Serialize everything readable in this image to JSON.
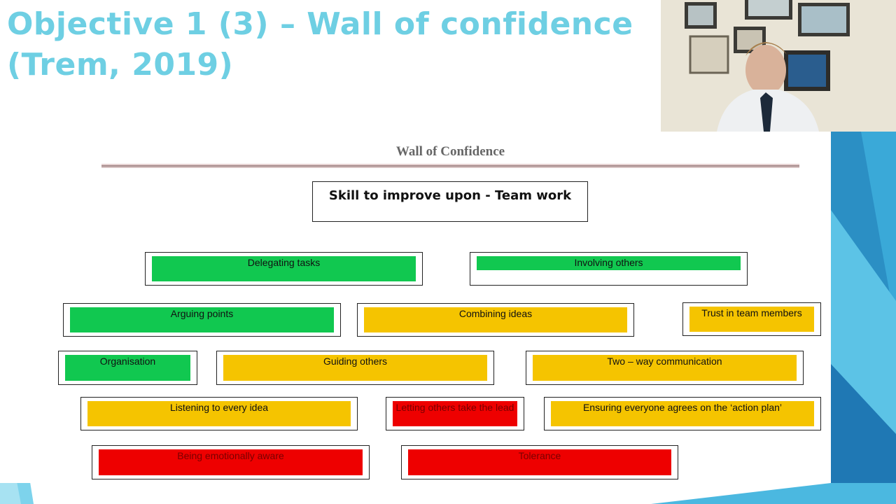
{
  "slide": {
    "title_line1": "Objective 1 (3) – Wall of confidence",
    "title_line2": "(Trem, 2019)"
  },
  "document": {
    "heading": "Wall of Confidence",
    "skill": "Skill to improve upon - Team work"
  },
  "wall": {
    "bricks": [
      {
        "label": "Delegating tasks",
        "status": "green"
      },
      {
        "label": "Involving others",
        "status": "green"
      },
      {
        "label": "Arguing points",
        "status": "green"
      },
      {
        "label": "Combining ideas",
        "status": "amber"
      },
      {
        "label": "Trust in team members",
        "status": "amber"
      },
      {
        "label": "Organisation",
        "status": "green"
      },
      {
        "label": "Guiding others",
        "status": "amber"
      },
      {
        "label": "Two – way communication",
        "status": "amber"
      },
      {
        "label": "Listening to every idea",
        "status": "amber"
      },
      {
        "label": "Letting others take the lead",
        "status": "red"
      },
      {
        "label": "Ensuring everyone agrees on the ‘action plan’",
        "status": "amber"
      },
      {
        "label": "Being emotionally aware",
        "status": "red"
      },
      {
        "label": "Tolerance",
        "status": "red"
      }
    ]
  },
  "colors": {
    "title": "#6ecfe3",
    "green": "#11c850",
    "amber": "#f5c400",
    "red": "#ee0000",
    "accent_blue": "#2a9fd0"
  },
  "icons": {
    "webcam": "webcam-presenter-feed"
  }
}
